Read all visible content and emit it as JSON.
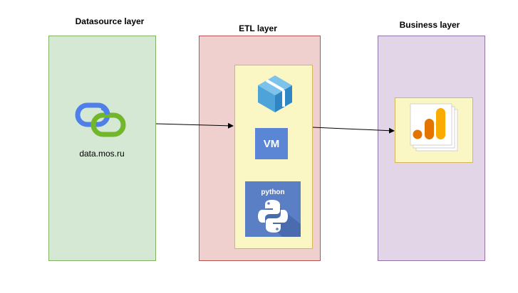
{
  "layers": {
    "datasource": {
      "title": "Datasource layer",
      "item_label": "data.mos.ru"
    },
    "etl": {
      "title": "ETL layer",
      "vm_label": "VM",
      "python_label": "python"
    },
    "business": {
      "title": "Business layer"
    }
  },
  "colors": {
    "datasource_fill": "#d5e8d4",
    "etl_fill": "#f0d0cf",
    "business_fill": "#e1d5e7",
    "inner_fill": "#fbf7c5",
    "vm_blue": "#5b86d6",
    "python_blue": "#5a7fc4",
    "package_blue": "#4ea3d9",
    "analytics_orange": "#e37400",
    "analytics_yellow": "#f9ab00"
  },
  "icons": {
    "datasource": "link-chain-icon",
    "etl_top": "package-box-icon",
    "etl_python": "python-logo-icon",
    "business": "analytics-chart-icon"
  }
}
